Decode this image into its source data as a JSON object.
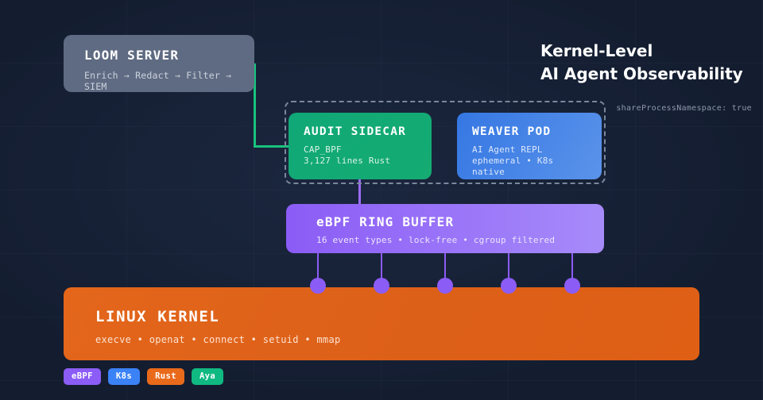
{
  "heading": "Kernel-Level\nAI Agent Observability",
  "nodes": {
    "loom_server": {
      "title": "LOOM SERVER",
      "subtitle": "Enrich → Redact → Filter → SIEM",
      "color": "#5f6b82"
    },
    "audit_sidecar": {
      "title": "AUDIT SIDECAR",
      "subtitle": "CAP_BPF\n3,127 lines Rust",
      "color": "#10a877"
    },
    "weaver_pod": {
      "title": "WEAVER POD",
      "subtitle": "AI Agent REPL\nephemeral • K8s native",
      "color": "#3577e3"
    },
    "ring_buffer": {
      "title": "eBPF RING BUFFER",
      "subtitle": "16 event types • lock-free • cgroup filtered",
      "color": "#8b5cf6"
    },
    "linux_kernel": {
      "title": "LINUX KERNEL",
      "subtitle": "execve • openat • connect • setuid • mmap",
      "color": "#e3661b"
    }
  },
  "pod_boundary": {
    "label": "shareProcessNamespace: true",
    "border_color": "#7b879b"
  },
  "connectors": {
    "loom_to_sidecar_color": "#19c37d",
    "sidecar_to_ring_color": "#9a6df5",
    "kernel_probe_color": "#8b5cf6",
    "kernel_probe_count": 5
  },
  "badges": [
    {
      "label": "eBPF",
      "color": "#8b5cf6"
    },
    {
      "label": "K8s",
      "color": "#3b82f6"
    },
    {
      "label": "Rust",
      "color": "#ea6a1b"
    },
    {
      "label": "Aya",
      "color": "#10b981"
    }
  ]
}
